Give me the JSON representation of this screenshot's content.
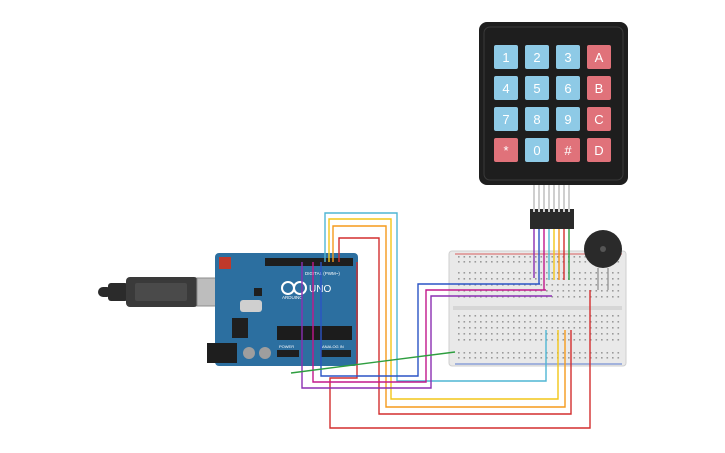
{
  "keypad": {
    "keys": [
      {
        "label": "1",
        "kind": "num"
      },
      {
        "label": "2",
        "kind": "num"
      },
      {
        "label": "3",
        "kind": "num"
      },
      {
        "label": "A",
        "kind": "alpha"
      },
      {
        "label": "4",
        "kind": "num"
      },
      {
        "label": "5",
        "kind": "num"
      },
      {
        "label": "6",
        "kind": "num"
      },
      {
        "label": "B",
        "kind": "alpha"
      },
      {
        "label": "7",
        "kind": "num"
      },
      {
        "label": "8",
        "kind": "num"
      },
      {
        "label": "9",
        "kind": "num"
      },
      {
        "label": "C",
        "kind": "alpha"
      },
      {
        "label": "*",
        "kind": "alpha"
      },
      {
        "label": "0",
        "kind": "num"
      },
      {
        "label": "#",
        "kind": "alpha"
      },
      {
        "label": "D",
        "kind": "alpha"
      }
    ]
  },
  "arduino": {
    "brand": "ARDUINO",
    "model": "UNO",
    "digital_header": "DIGITAL (PWM~)",
    "analog_header": "ANALOG IN",
    "power_header": "POWER"
  },
  "colors": {
    "key_num": "#8ecae6",
    "key_alpha": "#e0727a",
    "board": "#2c6fa0",
    "breadboard": "#e9e9e9",
    "wire_red": "#d32f2f",
    "wire_orange": "#f59a1c",
    "wire_yellow": "#f2c618",
    "wire_green": "#2e9e3f",
    "wire_blue": "#2b54c5",
    "wire_purple": "#8b2fb2",
    "wire_magenta": "#c2188b",
    "wire_cyan": "#4fb6d4"
  }
}
